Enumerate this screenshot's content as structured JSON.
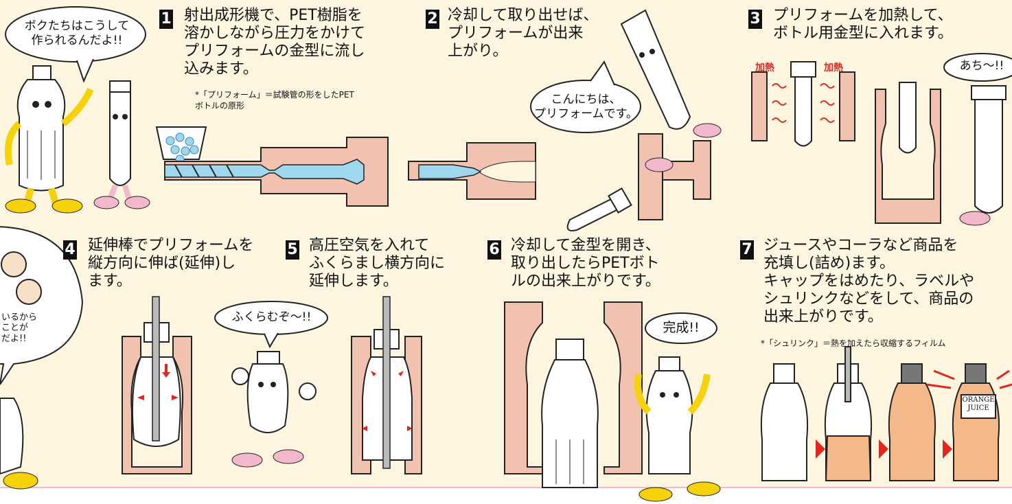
{
  "colors": {
    "background": "#fdf5e0",
    "mold": "#f2c2b0",
    "plastic": "#9fd8ee",
    "character_yellow": "#f5d20a",
    "character_pink": "#f4b8cc",
    "juice": "#f4b98a",
    "accent": "#e0281e"
  },
  "intro": {
    "bubble": "ボクたちはこうして\n作られるんだよ!!"
  },
  "steps": [
    {
      "num": "1",
      "text": "射出成形機で、PET樹脂を\n溶かしながら圧力をかけて\nプリフォームの金型に流し\n込みます。",
      "note": "*「プリフォーム」＝試験管の形をしたPET\nボトルの原形"
    },
    {
      "num": "2",
      "text": "冷却して取り出せば、\nプリフォームが出来\n上がり。",
      "bubble": "こんにちは、\nプリフォームです。"
    },
    {
      "num": "3",
      "text": "プリフォームを加熱して、\nボトル用金型に入れます。",
      "heat_label": "加熱",
      "bubble": "あち〜!!"
    },
    {
      "num": "4",
      "text": "延伸棒でプリフォームを\n縦方向に伸ば(延伸)し\nます。"
    },
    {
      "num": "5",
      "text": "高圧空気を入れて\nふくらまし横方向に\n延伸します。",
      "bubble": "ふくらむぞ〜!!"
    },
    {
      "num": "6",
      "text": "冷却して金型を開き、\n取り出したらPETボト\nルの出来上がりです。",
      "bubble": "完成!!"
    },
    {
      "num": "7",
      "text": "ジュースやコーラなど商品を\n充填し(詰め)ます。\nキャップをはめたり、ラベルや\nシュリンクなどをして、商品の\n出来上がりです。",
      "note": "*「シュリンク」＝熱を加えたら収縮するフィルム",
      "label": "ORANGE\nJUICE"
    }
  ],
  "side_bubble": "いるから\nことが\nだよ!!"
}
